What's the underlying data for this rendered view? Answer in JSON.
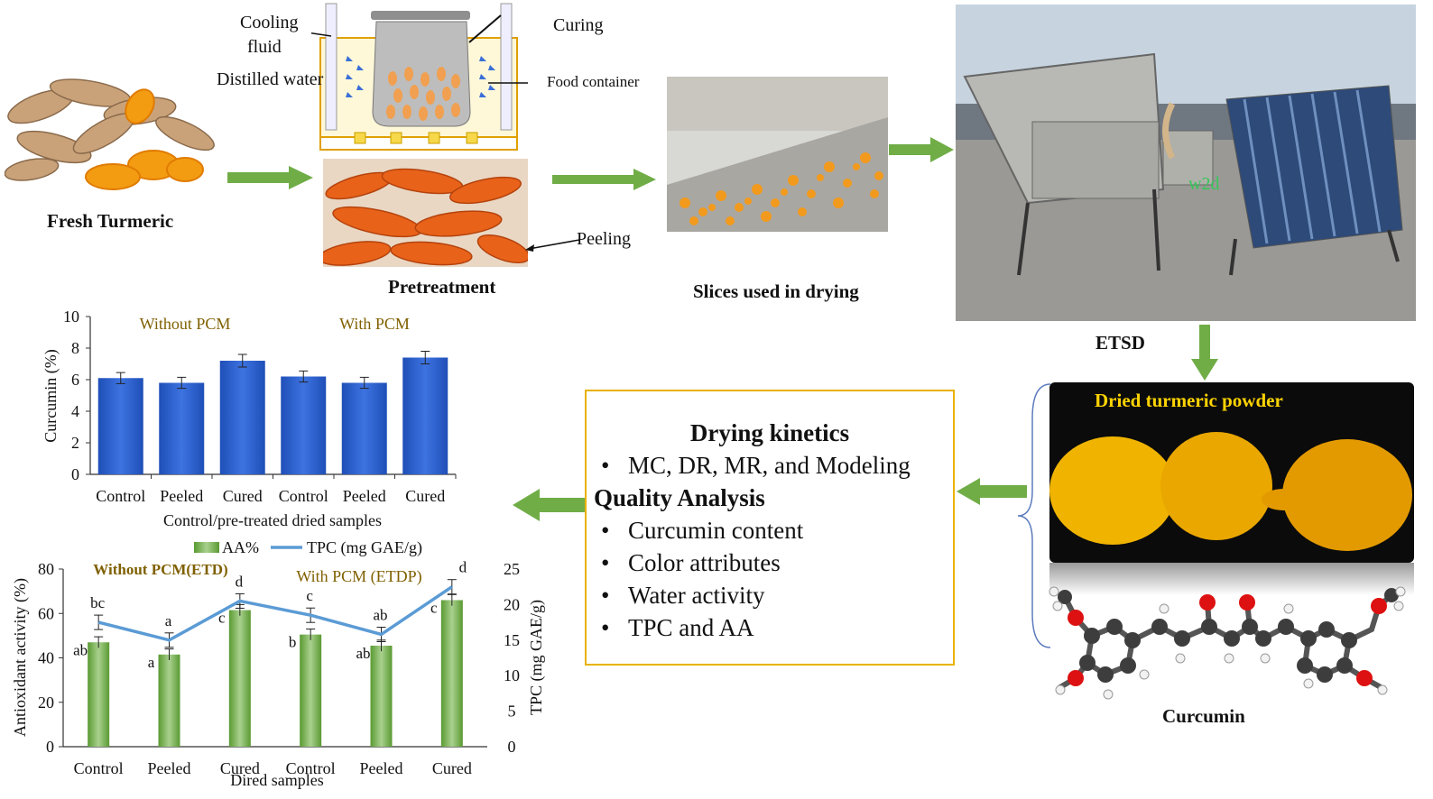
{
  "stages": {
    "fresh_turmeric": "Fresh Turmeric",
    "pretreatment": "Pretreatment",
    "slices": "Slices used in drying",
    "etsd": "ETSD",
    "powder": "Dried turmeric powder",
    "curcumin": "Curcumin"
  },
  "apparatus": {
    "cooling_fluid_1": "Cooling",
    "cooling_fluid_2": "fluid",
    "distilled_water": "Distilled water",
    "curing": "Curing",
    "food_container": "Food container",
    "peeling": "Peeling",
    "stamp": "w2d"
  },
  "analysis_box": {
    "heading1": "Drying kinetics",
    "items1": [
      "MC, DR, MR, and Modeling"
    ],
    "heading2": "Quality Analysis",
    "items2": [
      "Curcumin content",
      "Color attributes",
      "Water activity",
      "TPC and AA"
    ]
  },
  "colors": {
    "arrow_green": "#70ad47",
    "bar_blue": "#2e5ec9",
    "bar_green": "#70ad47",
    "line_blue": "#5b9bd5",
    "box_border": "#e8b200",
    "group_label": "#7f6000",
    "powder_title": "#ffd400"
  },
  "chart_data": [
    {
      "type": "bar",
      "title": "",
      "group_labels": [
        "Without PCM",
        "With PCM"
      ],
      "categories": [
        "Control",
        "Peeled",
        "Cured",
        "Control",
        "Peeled",
        "Cured"
      ],
      "values": [
        6.1,
        5.8,
        7.2,
        6.2,
        5.8,
        7.4
      ],
      "errors": [
        0.35,
        0.35,
        0.4,
        0.35,
        0.35,
        0.4
      ],
      "xlabel": "Control/pre-treated dried samples",
      "ylabel": "Curcumin (%)",
      "ylim": [
        0,
        10
      ],
      "yticks": [
        0,
        2,
        4,
        6,
        8,
        10
      ],
      "grid": false
    },
    {
      "type": "bar",
      "group_labels": [
        "Without PCM(ETD)",
        "With PCM (ETDP)"
      ],
      "categories": [
        "Control",
        "Peeled",
        "Cured",
        "Control",
        "Peeled",
        "Cured"
      ],
      "legend": [
        "AA%",
        "TPC (mg GAE/g)"
      ],
      "series": [
        {
          "name": "AA%",
          "values": [
            47,
            41.5,
            61.5,
            50.5,
            45.5,
            66
          ],
          "letters": [
            "ab",
            "a",
            "c",
            "b",
            "ab",
            "c"
          ]
        },
        {
          "name": "TPC (mg GAE/g)",
          "type": "line",
          "values": [
            17.5,
            15,
            20.5,
            18.5,
            15.8,
            22.5
          ],
          "letters": [
            "bc",
            "a",
            "d",
            "c",
            "ab",
            "d"
          ]
        }
      ],
      "xlabel": "Dired samples",
      "ylabel": "Antioxidant activity (%)",
      "y2label": "TPC (mg GAE/g)",
      "ylim": [
        0,
        80
      ],
      "yticks": [
        0,
        20,
        40,
        60,
        80
      ],
      "y2lim": [
        0,
        25
      ],
      "y2ticks": [
        0,
        5,
        10,
        15,
        20,
        25
      ],
      "legend_position": "top",
      "grid": false
    }
  ]
}
